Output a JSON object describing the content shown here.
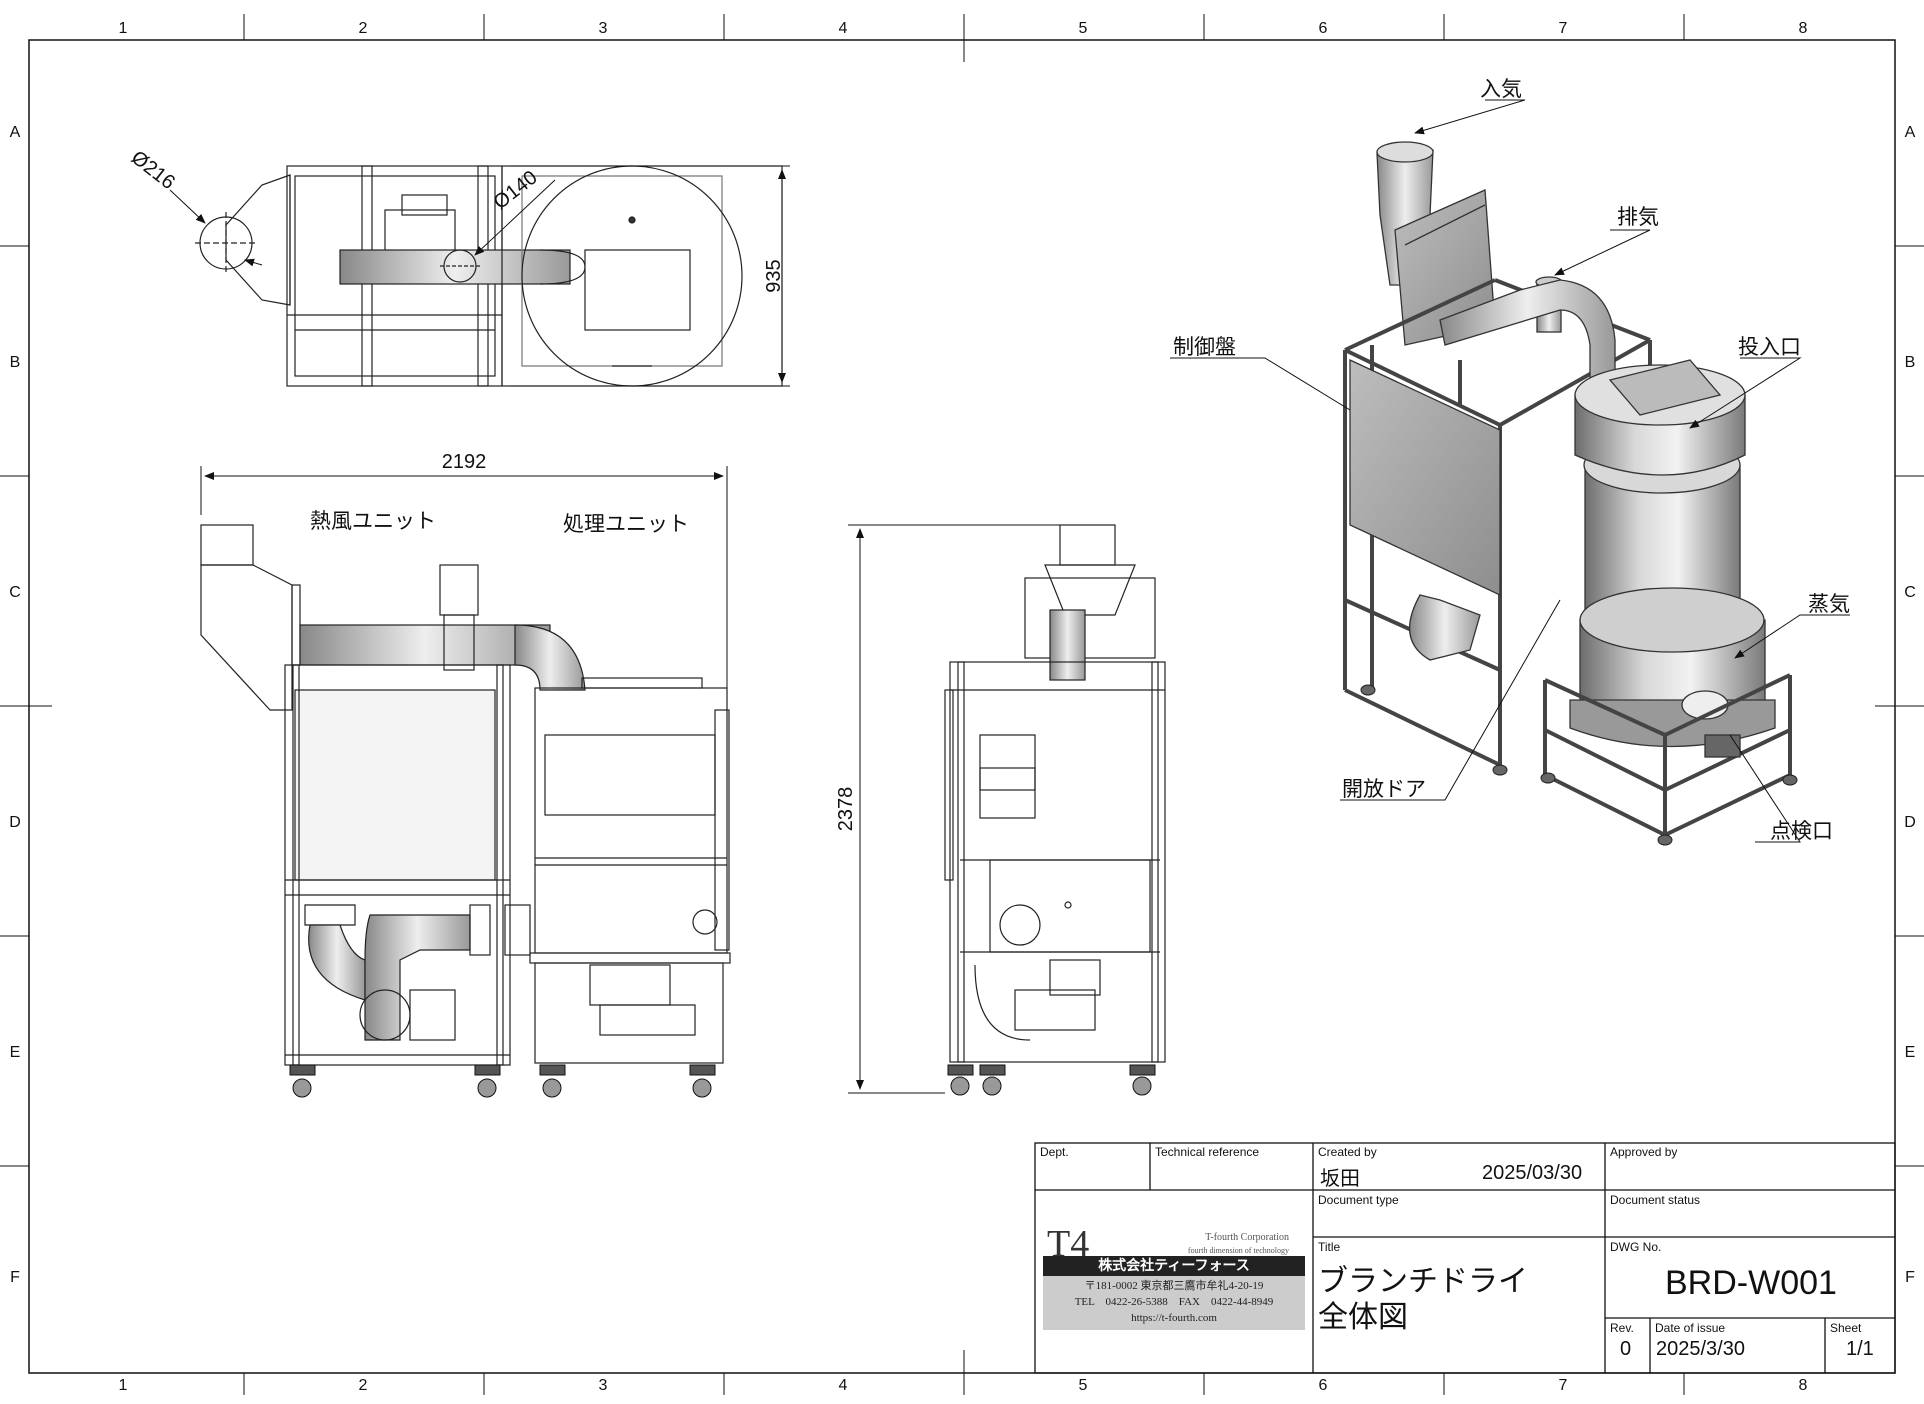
{
  "border": {
    "columns": [
      "1",
      "2",
      "3",
      "4",
      "5",
      "6",
      "7",
      "8"
    ],
    "rows": [
      "A",
      "B",
      "C",
      "D",
      "E",
      "F"
    ]
  },
  "dimensions": {
    "top_width": "935",
    "diameter_inlet": "Ø216",
    "diameter_pipe": "Ø140",
    "overall_width": "2192",
    "overall_height": "2378"
  },
  "unit_labels": {
    "hot_air_unit": "熱風ユニット",
    "process_unit": "処理ユニット"
  },
  "callouts": {
    "intake": "入気",
    "exhaust": "排気",
    "control_panel": "制御盤",
    "feed_port": "投入口",
    "steam": "蒸気",
    "open_door": "開放ドア",
    "inspection_port": "点検口"
  },
  "title_block": {
    "dept_label": "Dept.",
    "tech_ref_label": "Technical reference",
    "created_by_label": "Created by",
    "created_by": "坂田",
    "created_date": "2025/03/30",
    "approved_by_label": "Approved by",
    "doc_type_label": "Document type",
    "doc_status_label": "Document status",
    "title_label": "Title",
    "title_line1": "ブランチドライ",
    "title_line2": "全体図",
    "dwg_no_label": "DWG No.",
    "dwg_no": "BRD-W001",
    "rev_label": "Rev.",
    "rev": "0",
    "date_label": "Date of issue",
    "date": "2025/3/30",
    "sheet_label": "Sheet",
    "sheet": "1/1"
  },
  "company": {
    "logo_mark": "T4",
    "name_en": "T-fourth Corporation",
    "tagline": "fourth dimension of technology",
    "name_jp": "株式会社ティーフォース",
    "address": "〒181-0002 東京都三鷹市牟礼4-20-19",
    "phone": "TEL　0422-26-5388　FAX　0422-44-8949",
    "url": "https://t-fourth.com"
  }
}
